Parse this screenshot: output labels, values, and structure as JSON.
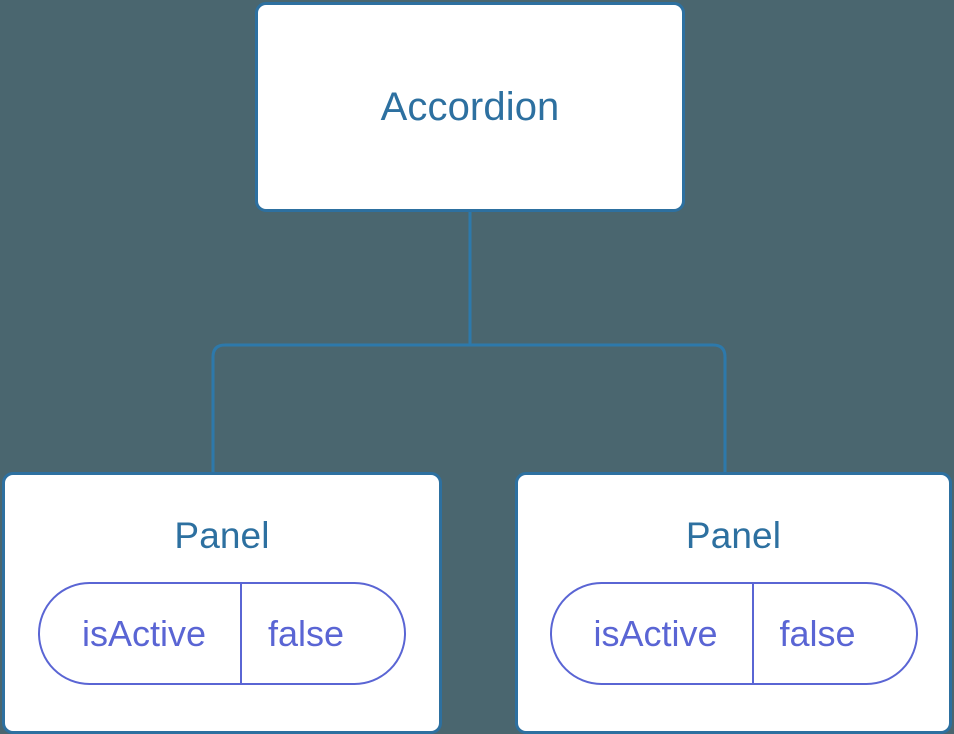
{
  "diagram": {
    "type": "component-tree",
    "background_color": "#4a666f",
    "node_border_color": "#2d70a0",
    "node_text_color": "#2d70a0",
    "prop_color": "#5a65d4",
    "connector_color": "#2d79ab",
    "root": {
      "label": "Accordion"
    },
    "children": [
      {
        "label": "Panel",
        "props": [
          {
            "key": "isActive",
            "value": "false"
          }
        ]
      },
      {
        "label": "Panel",
        "props": [
          {
            "key": "isActive",
            "value": "false"
          }
        ]
      }
    ]
  }
}
